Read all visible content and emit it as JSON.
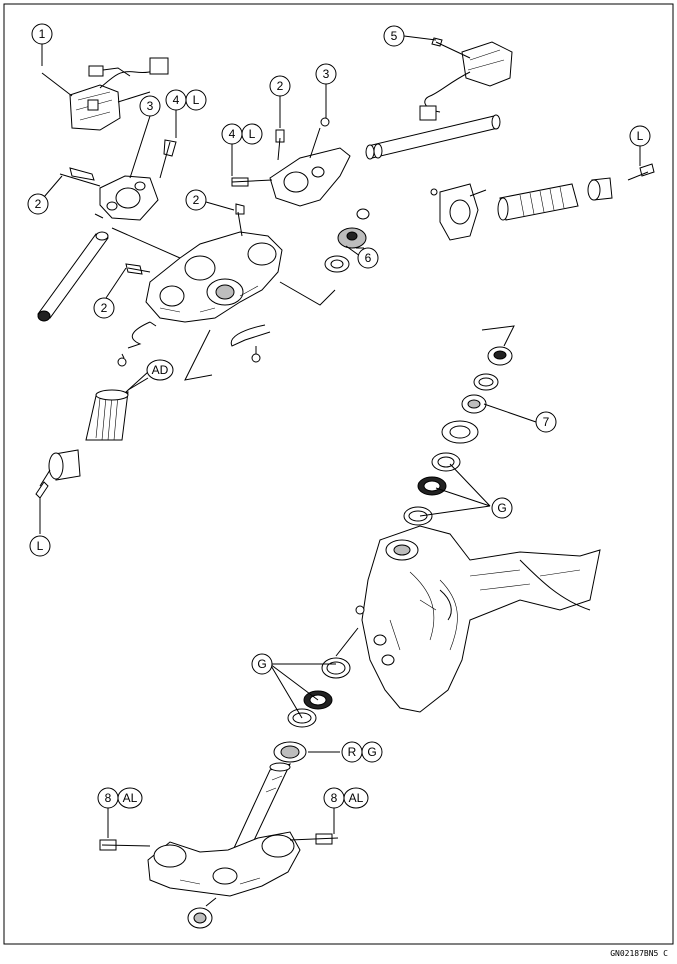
{
  "callouts": {
    "c1": "1",
    "c2a": "2",
    "c2b": "2",
    "c2c": "2",
    "c2d": "2",
    "c3a": "3",
    "c3b": "3",
    "c4a": "4",
    "c4b": "4",
    "c5": "5",
    "c6": "6",
    "c7": "7",
    "c8a": "8",
    "c8b": "8",
    "L": "L",
    "AD": "AD",
    "AL": "AL",
    "G": "G",
    "R": "R"
  },
  "drawing_code": "GN02187BN5 C"
}
